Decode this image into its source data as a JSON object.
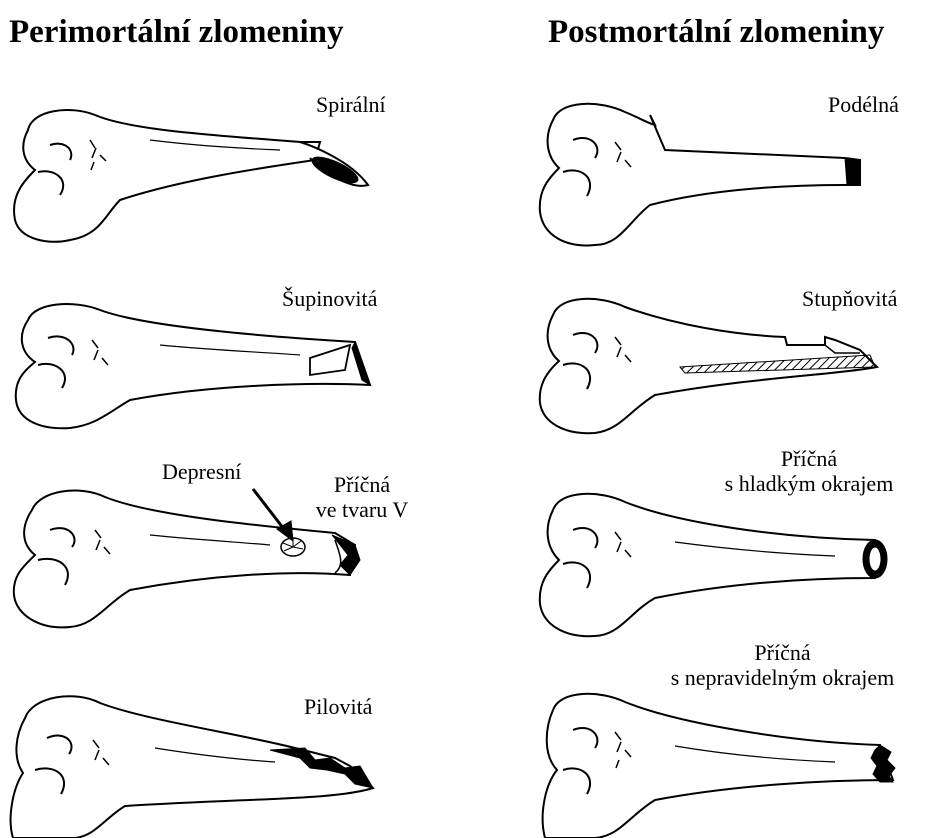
{
  "headings": {
    "left": "Perimortální zlomeniny",
    "right": "Postmortální zlomeniny"
  },
  "left_column": {
    "spiral": "Spirální",
    "butterfly": "Šupinovitá",
    "depressed": "Depresní",
    "transverse_v_line1": "Příčná",
    "transverse_v_line2": "ve tvaru V",
    "saw": "Pilovitá"
  },
  "right_column": {
    "longitudinal": "Podélná",
    "stepped": "Stupňovitá",
    "smooth_line1": "Příčná",
    "smooth_line2": "s hladkým okrajem",
    "irregular_line1": "Příčná",
    "irregular_line2": "s nepravidelným okrajem"
  },
  "colors": {
    "ink": "#000000",
    "background": "#ffffff"
  }
}
